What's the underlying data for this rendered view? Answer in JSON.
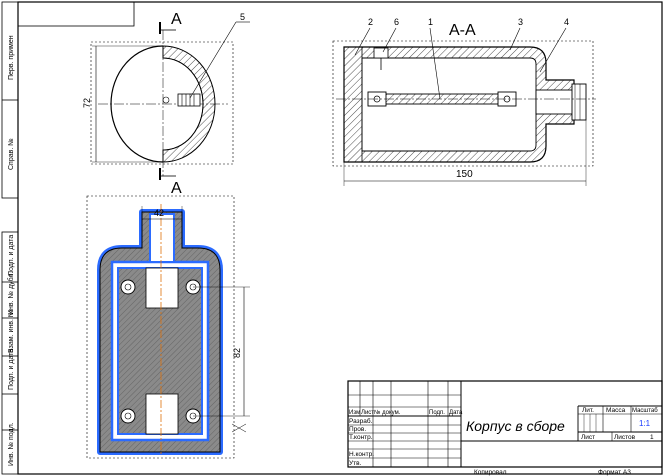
{
  "drawing": {
    "section_mark_letter": "A",
    "section_title": "А-А",
    "dim_height": "72",
    "dim_length": "150",
    "dim_width": "42",
    "dim_vertical": "82",
    "leaders": [
      "2",
      "6",
      "1",
      "3",
      "4",
      "5"
    ]
  },
  "side_stamp": {
    "top_1": "Перв. примен",
    "top_2": "Справ. №",
    "bottom_1": "Подп. и дата",
    "bottom_2": "Инв. № дубл.",
    "bottom_3": "Взам. инв. №",
    "bottom_4": "Подп. и дата",
    "bottom_5": "Инв. № подл."
  },
  "title_block": {
    "title": "Корпус в сборе",
    "col_headers": [
      "Изм",
      "Лист",
      "№ докум.",
      "Подп.",
      "Дата"
    ],
    "rows": [
      "Разраб.",
      "Пров.",
      "Т.контр.",
      "Н.контр.",
      "Утв."
    ],
    "lit_label": "Лит.",
    "mass_label": "Масса",
    "scale_label": "Масштаб",
    "scale_value": "1:1",
    "sheet_label": "Лист",
    "sheets_label": "Листов",
    "sheets_value": "1",
    "copied": "Копировал",
    "format": "Формат  А3"
  }
}
